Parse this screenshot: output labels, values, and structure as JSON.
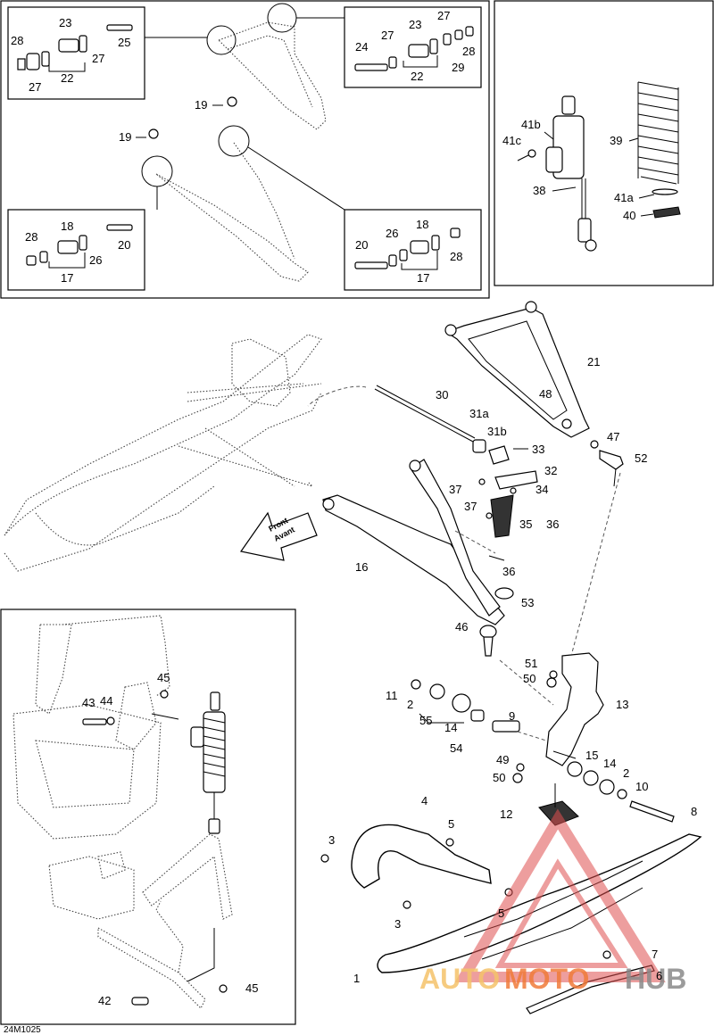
{
  "diagram": {
    "drawing_code": "24M1025",
    "direction_label": [
      "Front",
      "Avant"
    ],
    "watermark": {
      "prefix": "AUTO",
      "middle": "MOTO",
      "suffix": "HUB",
      "colors": {
        "prefix": "#f5c36b",
        "middle": "#f07b3a",
        "suffix": "#8a8a8a",
        "triangle": "#e05050"
      }
    },
    "callouts": {
      "top_left": [
        "28",
        "23",
        "25",
        "27",
        "22",
        "27"
      ],
      "top_right": [
        "24",
        "27",
        "23",
        "27",
        "22",
        "28",
        "29"
      ],
      "mid_left": [
        "19",
        "19"
      ],
      "bottom_left": [
        "28",
        "18",
        "20",
        "26",
        "17"
      ],
      "bottom_right": [
        "20",
        "26",
        "18",
        "28",
        "17"
      ],
      "shock": [
        "41b",
        "41c",
        "38",
        "39",
        "41a",
        "40"
      ],
      "main": [
        "21",
        "48",
        "47",
        "52",
        "30",
        "31a",
        "31b",
        "33",
        "32",
        "37",
        "34",
        "37",
        "35",
        "36",
        "16",
        "36",
        "53",
        "46",
        "51",
        "50",
        "13",
        "11",
        "2",
        "55",
        "14",
        "9",
        "54",
        "49",
        "50",
        "15",
        "14",
        "2",
        "10",
        "8",
        "12",
        "4",
        "5",
        "3",
        "5",
        "3",
        "7",
        "1",
        "6"
      ],
      "lower_left": [
        "45",
        "43",
        "44",
        "42",
        "45"
      ]
    }
  }
}
